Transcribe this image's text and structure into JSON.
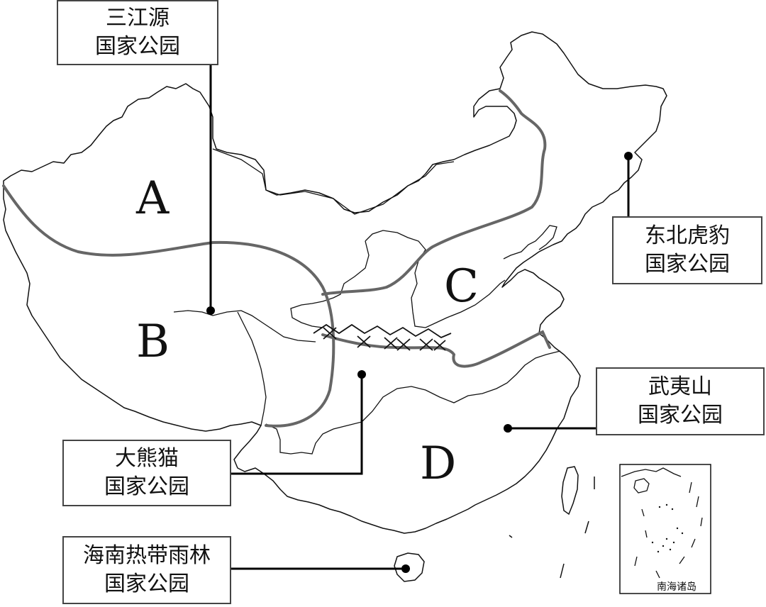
{
  "regions": {
    "a": "A",
    "b": "B",
    "c": "C",
    "d": "D"
  },
  "parks": {
    "sanjiangyuan": {
      "line1": "三江源",
      "line2": "国家公园"
    },
    "northeast_tiger": {
      "line1": "东北虎豹",
      "line2": "国家公园"
    },
    "wuyishan": {
      "line1": "武夷山",
      "line2": "国家公园"
    },
    "giant_panda": {
      "line1": "大熊猫",
      "line2": "国家公园"
    },
    "hainan_rainforest": {
      "line1": "海南热带雨林",
      "line2": "国家公园"
    }
  },
  "inset": {
    "label": "南海诸岛"
  },
  "colors": {
    "boundary": "#666666",
    "outline": "#111111",
    "leader": "#000000"
  }
}
